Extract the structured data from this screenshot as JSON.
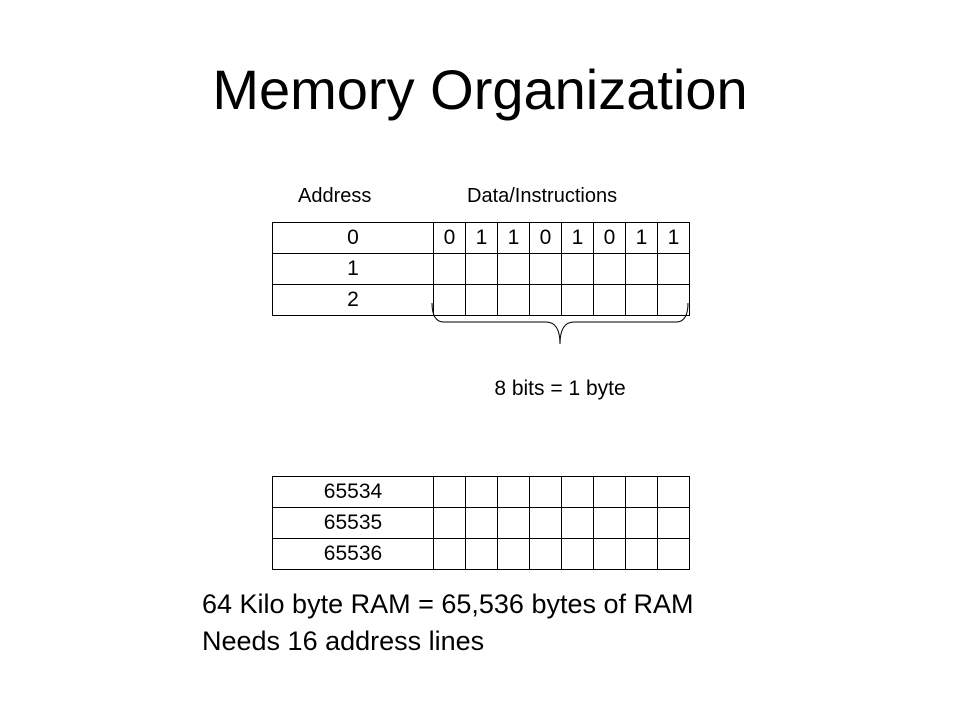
{
  "title": "Memory Organization",
  "headers": {
    "address": "Address",
    "data": "Data/Instructions"
  },
  "top_rows": [
    {
      "address": "0",
      "bits": [
        "0",
        "1",
        "1",
        "0",
        "1",
        "0",
        "1",
        "1"
      ]
    },
    {
      "address": "1",
      "bits": [
        "",
        "",
        "",
        "",
        "",
        "",
        "",
        ""
      ]
    },
    {
      "address": "2",
      "bits": [
        "",
        "",
        "",
        "",
        "",
        "",
        "",
        ""
      ]
    }
  ],
  "brace_label": "8 bits = 1 byte",
  "bottom_rows": [
    {
      "address": "65534",
      "bits": [
        "",
        "",
        "",
        "",
        "",
        "",
        "",
        ""
      ]
    },
    {
      "address": "65535",
      "bits": [
        "",
        "",
        "",
        "",
        "",
        "",
        "",
        ""
      ]
    },
    {
      "address": "65536",
      "bits": [
        "",
        "",
        "",
        "",
        "",
        "",
        "",
        ""
      ]
    }
  ],
  "notes": [
    "64 Kilo byte RAM = 65,536 bytes of RAM",
    "Needs 16 address lines"
  ]
}
